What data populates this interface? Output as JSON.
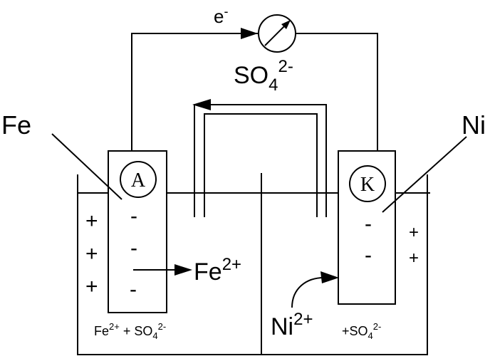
{
  "labels": {
    "fe": "Fe",
    "ni": "Ni",
    "electron_base": "e",
    "electron_sup": "-",
    "sulfate_top_base": "SO",
    "sulfate_top_sub": "4",
    "sulfate_top_sup": "2-",
    "anode": "A",
    "cathode": "K",
    "fe_ion_base": "Fe",
    "fe_ion_sup": "2+",
    "ni_ion_base": "Ni",
    "ni_ion_sup": "2+",
    "left_solution_fe": "Fe",
    "left_solution_fe_sup": "2+",
    "left_solution_rest": " + SO",
    "left_solution_sub": "4",
    "left_solution_sup": "2-",
    "right_solution_base": "+SO",
    "right_solution_sub": "4",
    "right_solution_sup": "2-"
  },
  "charges": {
    "left_solution": [
      "+",
      "+",
      "+"
    ],
    "anode_plate": [
      "-",
      "-",
      "-"
    ],
    "cathode_plate": [
      "-",
      "-"
    ],
    "right_solution": [
      "+",
      "+"
    ]
  },
  "icons": {
    "meter": "galvanometer-icon"
  }
}
